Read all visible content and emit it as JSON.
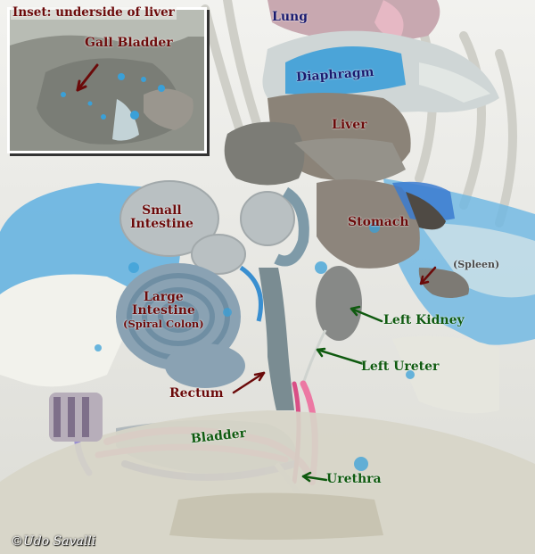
{
  "colors": {
    "dark_red_label": "#6b0a0a",
    "navy_label": "#1a1a6e",
    "green_label": "#0f5a0f",
    "latex_blue": "#3aa0d8",
    "latex_pink": "#ee7aa4",
    "tissue_grey": "#8a8c86"
  },
  "inset": {
    "title": "Inset: underside of liver",
    "gall_bladder": "Gall Bladder"
  },
  "labels": {
    "lung": "Lung",
    "diaphragm": "Diaphragm",
    "liver": "Liver",
    "small_intestine_l1": "Small",
    "small_intestine_l2": "Intestine",
    "stomach": "Stomach",
    "spleen": "(Spleen)",
    "large_intestine_l1": "Large",
    "large_intestine_l2": "Intestine",
    "large_intestine_l3": "(Spiral Colon)",
    "left_kidney": "Left Kidney",
    "left_ureter": "Left Ureter",
    "rectum": "Rectum",
    "bladder": "Bladder",
    "urethra": "Urethra"
  },
  "credit": "©Udo Savalli"
}
